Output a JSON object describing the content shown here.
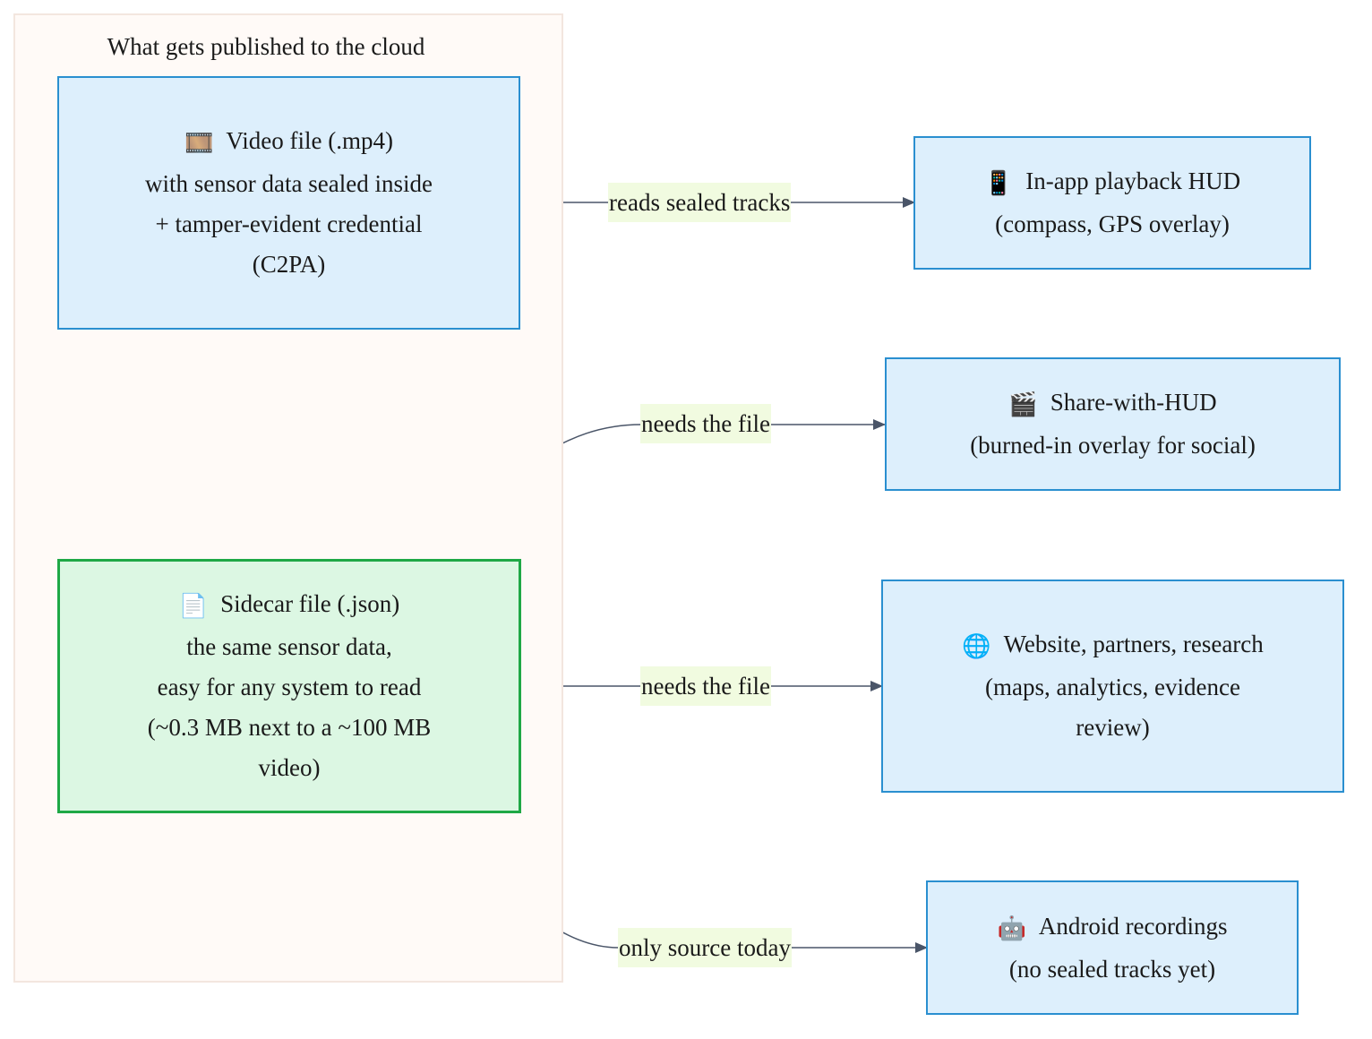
{
  "cluster": {
    "title": "What gets published to the cloud"
  },
  "nodes": {
    "video": {
      "icon": "film-frames-icon",
      "lines": [
        "Video file (.mp4)",
        "with sensor data sealed inside",
        "+ tamper-evident credential",
        "(C2PA)"
      ]
    },
    "sidecar": {
      "icon": "page-icon",
      "lines": [
        "Sidecar file (.json)",
        "the same sensor data,",
        "easy for any system to read",
        "(~0.3 MB next to a ~100 MB",
        "video)"
      ]
    },
    "playback": {
      "icon": "mobile-phone-icon",
      "lines": [
        "In-app playback HUD",
        "(compass, GPS overlay)"
      ]
    },
    "share": {
      "icon": "clapper-board-icon",
      "lines": [
        "Share-with-HUD",
        "(burned-in overlay for social)"
      ]
    },
    "website": {
      "icon": "globe-icon",
      "lines": [
        "Website, partners, research",
        "(maps, analytics, evidence",
        "review)"
      ]
    },
    "android": {
      "icon": "robot-icon",
      "lines": [
        "Android recordings",
        "(no sealed tracks yet)"
      ]
    }
  },
  "edges": {
    "video_playback": "reads sealed tracks",
    "sidecar_share": "needs the file",
    "sidecar_website": "needs the file",
    "sidecar_android": "only source today"
  },
  "colors": {
    "node_fill": "#ddeffc",
    "node_border": "#2a8fd0",
    "sidecar_fill": "#dcf7e3",
    "sidecar_border": "#1fa846",
    "cluster_fill": "#fffaf7",
    "edge": "#4a5568",
    "label_bg": "#f1fbe0"
  }
}
